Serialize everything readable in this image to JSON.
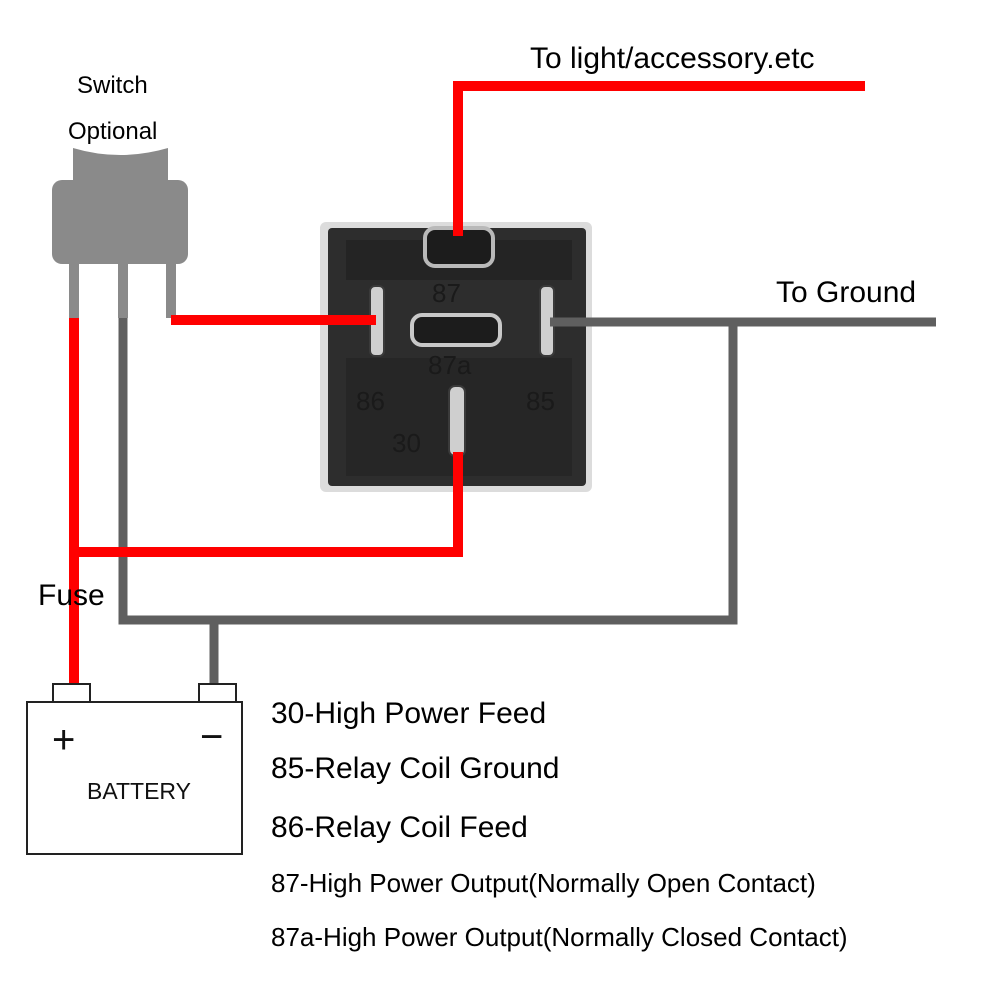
{
  "title": "Relay wiring diagram",
  "colors": {
    "power_wire": "#ff0000",
    "ground_wire": "#5f5f5f",
    "switch_body": "#8a8a8a",
    "relay_body": "#2b2b2b",
    "relay_frame": "#d8d8d8",
    "terminal": "#c8c8c8"
  },
  "labels": {
    "to_light": "To light/accessory.etc",
    "to_ground": "To Ground",
    "switch": "Switch",
    "optional": "Optional",
    "fuse": "Fuse"
  },
  "battery": {
    "label": "BATTERY",
    "plus": "+",
    "minus": "−"
  },
  "relay": {
    "pins": [
      "87",
      "87a",
      "86",
      "85",
      "30"
    ]
  },
  "legend": [
    {
      "pin": "30",
      "text": "30-High Power Feed"
    },
    {
      "pin": "85",
      "text": "85-Relay Coil Ground"
    },
    {
      "pin": "86",
      "text": "86-Relay Coil Feed"
    },
    {
      "pin": "87",
      "text": "87-High Power Output(Normally Open Contact)"
    },
    {
      "pin": "87a",
      "text": "87a-High Power Output(Normally Closed Contact)"
    }
  ]
}
